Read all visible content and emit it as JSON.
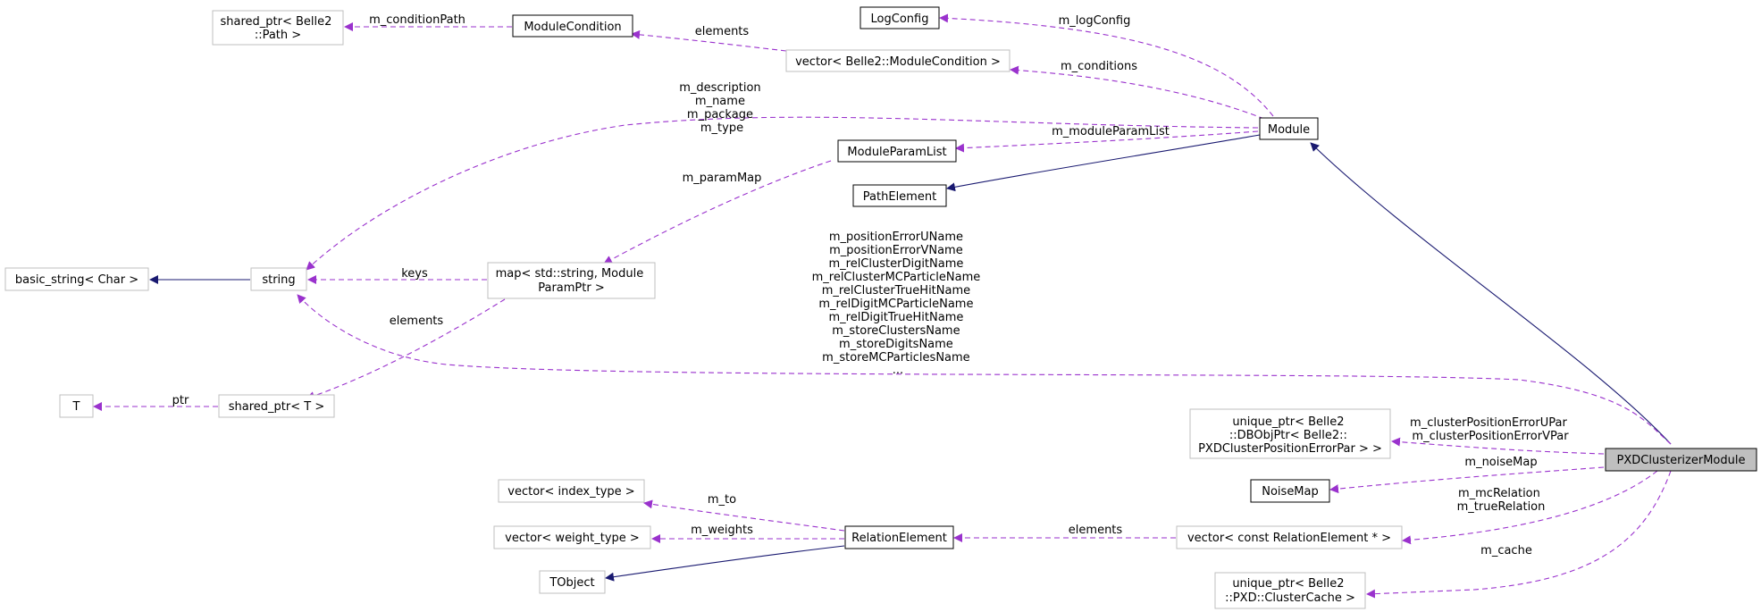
{
  "colors": {
    "inheritance": "#191970",
    "usage": "#9a32cd",
    "node_border": "#000000",
    "node_border_light": "#bfbfbf",
    "focus_fill": "#bfbfbf"
  },
  "nodes": {
    "pxd_clusterizer_module": [
      "PXDClusterizerModule"
    ],
    "module": [
      "Module"
    ],
    "log_config": [
      "LogConfig"
    ],
    "module_condition": [
      "ModuleCondition"
    ],
    "shared_ptr_path": [
      "shared_ptr< Belle2",
      "::Path >"
    ],
    "vector_module_condition": [
      "vector< Belle2::ModuleCondition >"
    ],
    "module_param_list": [
      "ModuleParamList"
    ],
    "path_element": [
      "PathElement"
    ],
    "string": [
      "string"
    ],
    "basic_string": [
      "basic_string< Char >"
    ],
    "map_module_param": [
      "map< std::string, Module",
      "ParamPtr >"
    ],
    "shared_ptr_t": [
      "shared_ptr< T >"
    ],
    "t": [
      "T"
    ],
    "unique_ptr_dbobj": [
      "unique_ptr< Belle2",
      "::DBObjPtr< Belle2::",
      "PXDClusterPositionErrorPar > >"
    ],
    "noise_map": [
      "NoiseMap"
    ],
    "vector_relation_element": [
      "vector< const RelationElement * >"
    ],
    "relation_element": [
      "RelationElement"
    ],
    "vector_index_type": [
      "vector< index_type >"
    ],
    "vector_weight_type": [
      "vector< weight_type >"
    ],
    "tobject": [
      "TObject"
    ],
    "unique_ptr_cluster_cache": [
      "unique_ptr< Belle2",
      "::PXD::ClusterCache >"
    ]
  },
  "edge_labels": {
    "m_condition_path": [
      "m_conditionPath"
    ],
    "elements_conditions": [
      "elements"
    ],
    "m_log_config": [
      "m_logConfig"
    ],
    "m_conditions": [
      "m_conditions"
    ],
    "string_members": [
      "m_description",
      "m_name",
      "m_package",
      "m_type"
    ],
    "m_module_param_list": [
      "m_moduleParamList"
    ],
    "m_param_map": [
      "m_paramMap"
    ],
    "keys": [
      "keys"
    ],
    "elements_shared": [
      "elements"
    ],
    "ptr": [
      "ptr"
    ],
    "name_members": [
      "m_positionErrorUName",
      "m_positionErrorVName",
      "m_relClusterDigitName",
      "m_relClusterMCParticleName",
      "m_relClusterTrueHitName",
      "m_relDigitMCParticleName",
      "m_relDigitTrueHitName",
      "m_storeClustersName",
      "m_storeDigitsName",
      "m_storeMCParticlesName",
      "..."
    ],
    "cluster_position_error": [
      "m_clusterPositionErrorUPar",
      "m_clusterPositionErrorVPar"
    ],
    "m_noise_map": [
      "m_noiseMap"
    ],
    "mc_relation": [
      "m_mcRelation",
      "m_trueRelation"
    ],
    "elements_relation": [
      "elements"
    ],
    "m_to": [
      "m_to"
    ],
    "m_weights": [
      "m_weights"
    ],
    "m_cache": [
      "m_cache"
    ]
  }
}
